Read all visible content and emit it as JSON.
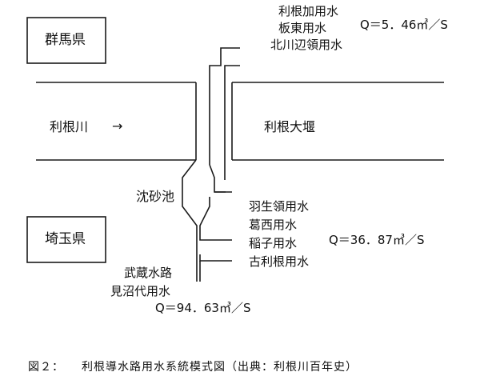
{
  "prefectures": {
    "north": "群馬県",
    "south": "埼玉県"
  },
  "river": {
    "name": "利根川",
    "flow_arrow": "→"
  },
  "weir": {
    "name": "利根大堰"
  },
  "sand_basin": {
    "name": "沈砂池"
  },
  "north_canals": {
    "names": [
      "利根加用水",
      "板東用水",
      "北川辺領用水"
    ],
    "flow": "Q＝5．46㎥／S"
  },
  "east_canals": {
    "names": [
      "羽生領用水",
      "葛西用水",
      "稲子用水",
      "古利根用水"
    ],
    "flow": "Q＝36．87㎥／S"
  },
  "south_canals": {
    "names": [
      "武蔵水路",
      "見沼代用水"
    ],
    "flow": "Q＝94．63㎥／S"
  },
  "caption": {
    "label": "図２：",
    "text": "利根導水路用水系統模式図（出典：利根川百年史）"
  },
  "colors": {
    "line": "#1a1a1a",
    "background": "#ffffff"
  }
}
